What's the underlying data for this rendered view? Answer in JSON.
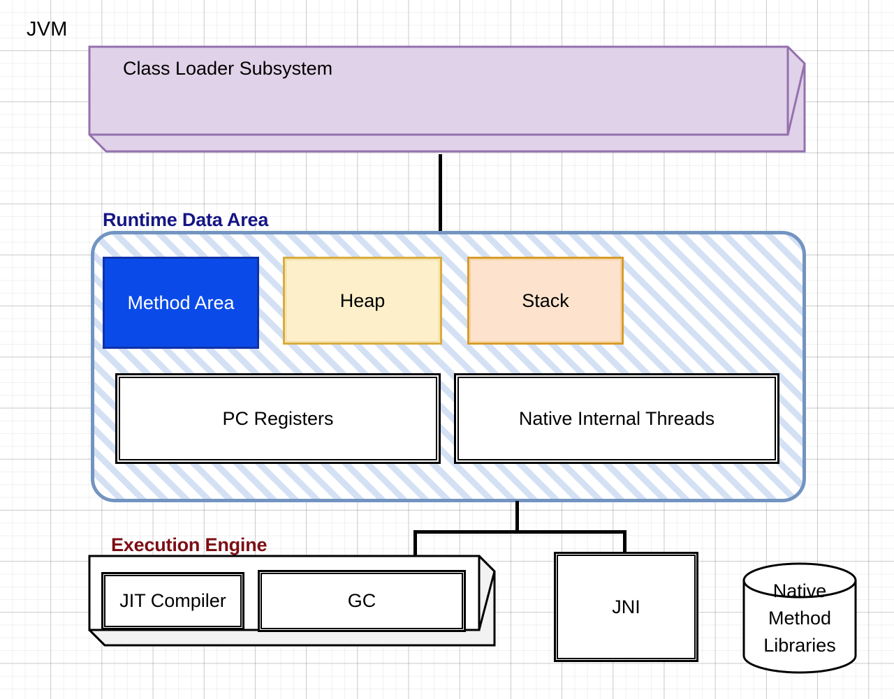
{
  "diagram": {
    "root_label": "JVM",
    "class_loader": {
      "label": "Class Loader Subsystem",
      "fill": "#e0d2e8",
      "stroke": "#9471ad"
    },
    "runtime_data_area": {
      "title": "Runtime Data Area",
      "title_color": "#151585",
      "border_color": "#7394c0",
      "hatch_color": "#d4e1f4",
      "components": [
        {
          "label": "Method Area",
          "fill": "#0a4ae8",
          "stroke": "#1032a8",
          "text_color": "#ffffff"
        },
        {
          "label": "Heap",
          "fill": "#fcefca",
          "stroke": "#d8ab3c",
          "text_color": "#000000"
        },
        {
          "label": "Stack",
          "fill": "#fde3cd",
          "stroke": "#d79b28",
          "text_color": "#000000"
        },
        {
          "label": "PC Registers",
          "fill": "#ffffff",
          "stroke": "#000000",
          "text_color": "#000000"
        },
        {
          "label": "Native Internal Threads",
          "fill": "#ffffff",
          "stroke": "#000000",
          "text_color": "#000000"
        }
      ]
    },
    "execution_engine": {
      "title": "Execution Engine",
      "title_color": "#7c0e14",
      "fill": "#ffffff",
      "stroke": "#000000",
      "components": [
        {
          "label": "JIT Compiler"
        },
        {
          "label": "GC"
        }
      ]
    },
    "jni": {
      "label": "JNI",
      "fill": "#ffffff",
      "stroke": "#000000"
    },
    "native_method_libraries": {
      "lines": [
        "Native",
        "Method",
        "Libraries"
      ],
      "fill": "#ffffff",
      "stroke": "#000000",
      "shape": "cylinder"
    }
  }
}
